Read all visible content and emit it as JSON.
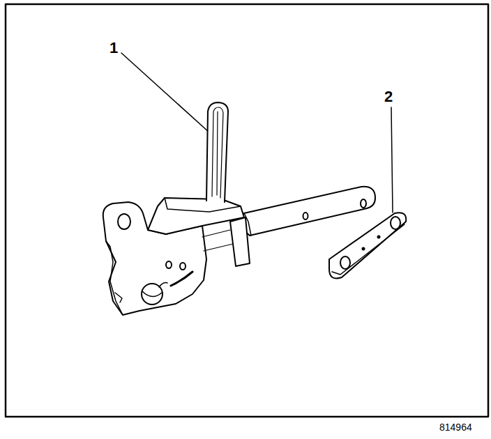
{
  "diagram": {
    "labels": [
      "1",
      "2",
      "814964"
    ]
  }
}
